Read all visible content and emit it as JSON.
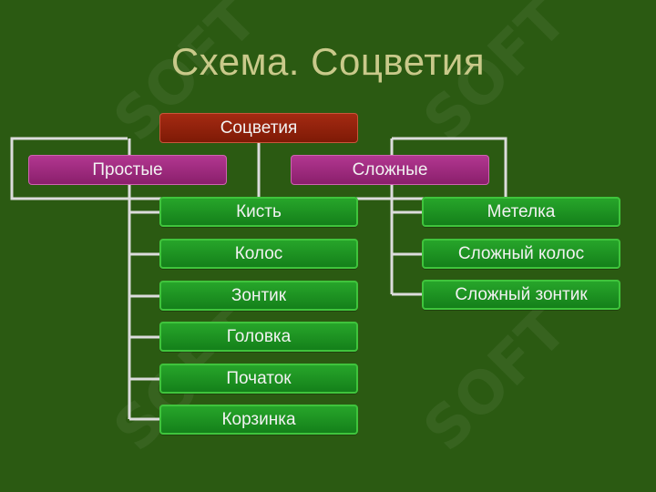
{
  "title": "Схема. Соцветия",
  "root": {
    "label": "Соцветия"
  },
  "categories": [
    {
      "label": "Простые"
    },
    {
      "label": "Сложные"
    }
  ],
  "simple_items": [
    "Кисть",
    "Колос",
    "Зонтик",
    "Головка",
    "Початок",
    "Корзинка"
  ],
  "complex_items": [
    "Метелка",
    "Сложный колос",
    "Сложный зонтик"
  ],
  "watermark": "SOFT",
  "colors": {
    "background": "#2b5a12",
    "title": "#c9c98a",
    "root": "#9a2410",
    "category": "#a02c80",
    "leaf": "#1e9a22",
    "connector": "#dcdcdc"
  }
}
